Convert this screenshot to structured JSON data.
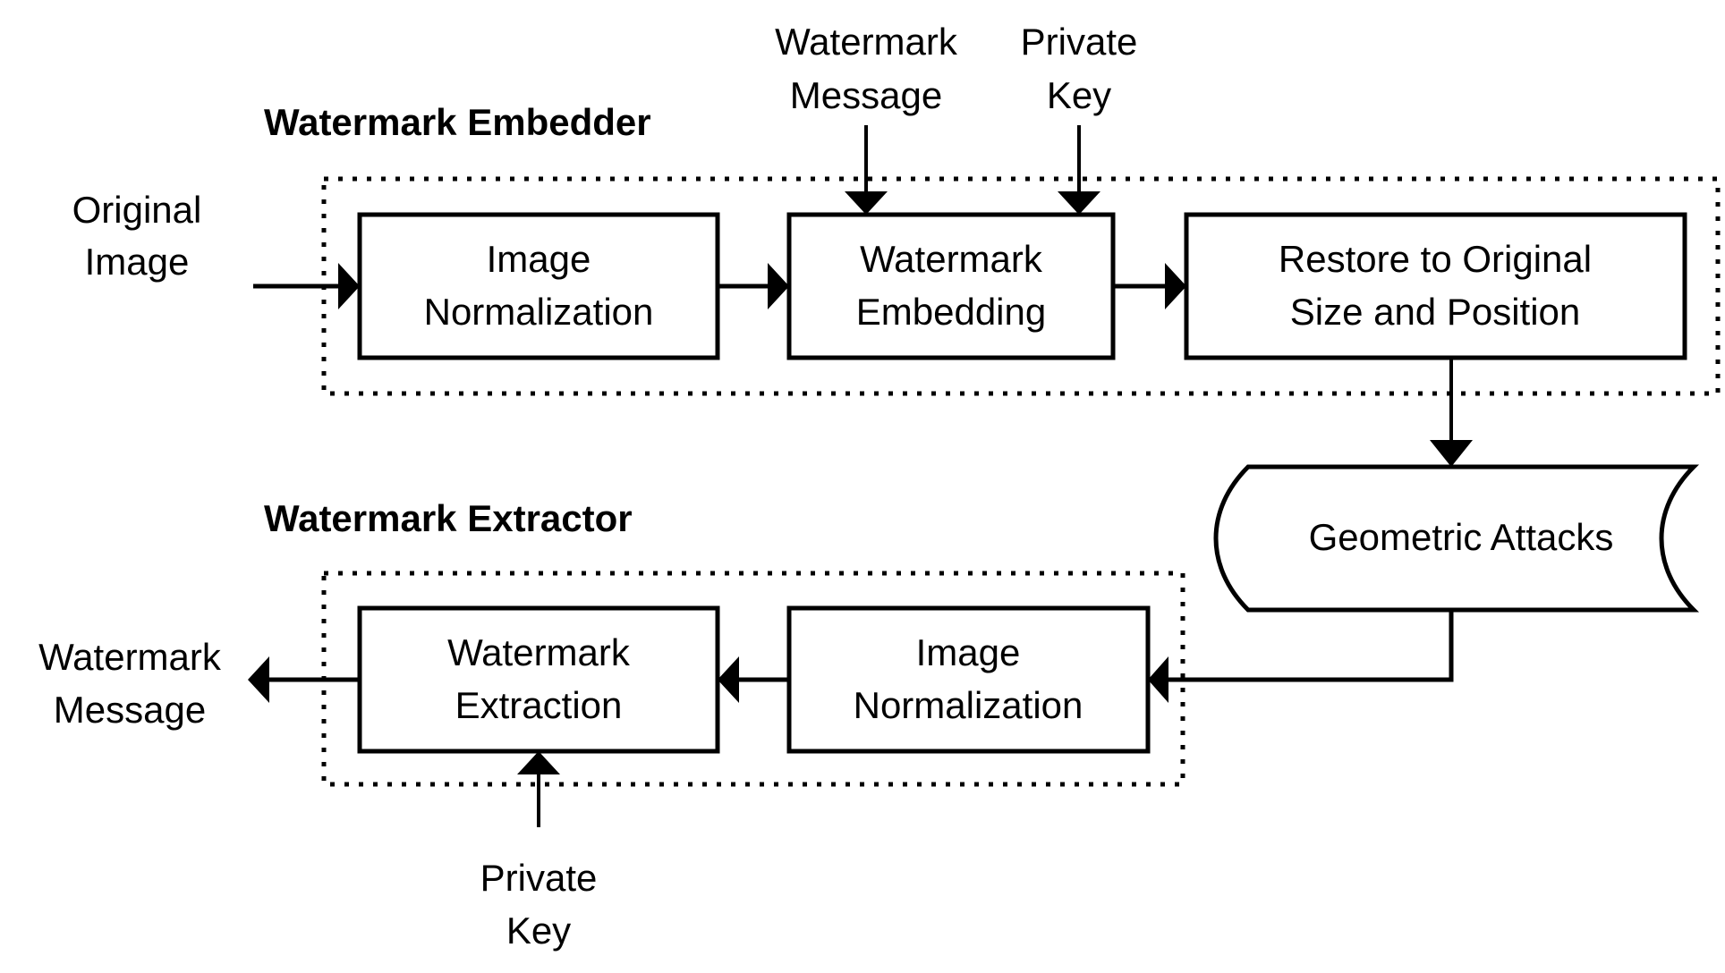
{
  "diagram": {
    "title_embedder": "Watermark Embedder",
    "title_extractor": "Watermark Extractor",
    "accent_color": "#0D7FFC",
    "line_color": "#000000",
    "background_color": "#FFFFFF",
    "embedder": {
      "boxes": [
        {
          "id": "image-normalization-embed",
          "line1": "Image",
          "line2": "Normalization"
        },
        {
          "id": "watermark-embedding",
          "line1": "Watermark",
          "line2": "Embedding"
        },
        {
          "id": "restore-original",
          "line1": "Restore to Original",
          "line2": "Size and Position"
        }
      ],
      "inputs": [
        {
          "id": "original-image",
          "line1": "Original",
          "line2": "Image"
        },
        {
          "id": "watermark-message-in",
          "line1": "Watermark",
          "line2": "Message"
        },
        {
          "id": "private-key-top",
          "line1": "Private",
          "line2": "Key"
        }
      ]
    },
    "attack": {
      "id": "geometric-attacks",
      "label": "Geometric Attacks"
    },
    "extractor": {
      "boxes": [
        {
          "id": "watermark-extraction",
          "line1": "Watermark",
          "line2": "Extraction"
        },
        {
          "id": "image-normalization-extract",
          "line1": "Image",
          "line2": "Normalization"
        }
      ],
      "outputs": [
        {
          "id": "watermark-message-out",
          "line1": "Watermark",
          "line2": "Message"
        }
      ],
      "inputs": [
        {
          "id": "private-key-bottom",
          "line1": "Private",
          "line2": "Key"
        }
      ]
    }
  }
}
